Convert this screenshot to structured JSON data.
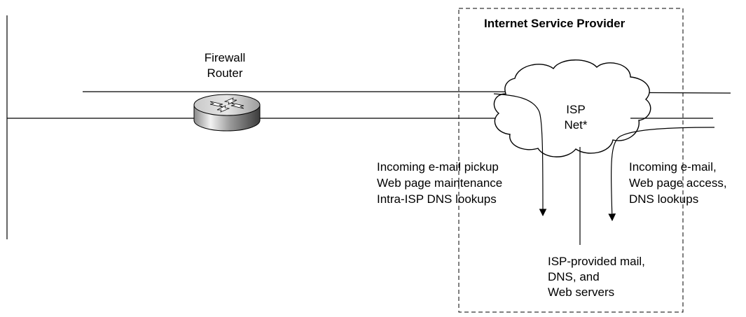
{
  "isp_box": {
    "title": "Internet Service Provider"
  },
  "router": {
    "line1": "Firewall",
    "line2": "Router"
  },
  "cloud": {
    "line1": "ISP",
    "line2": "Net*"
  },
  "outgoing": {
    "line1": "Incoming e-mail pickup",
    "line2": "Web page maintenance",
    "line3": "Intra-ISP DNS lookups"
  },
  "incoming": {
    "line1": "Incoming e-mail,",
    "line2": "Web page access,",
    "line3": "DNS lookups"
  },
  "servers": {
    "line1": "ISP-provided mail,",
    "line2": "DNS, and",
    "line3": "Web servers"
  }
}
